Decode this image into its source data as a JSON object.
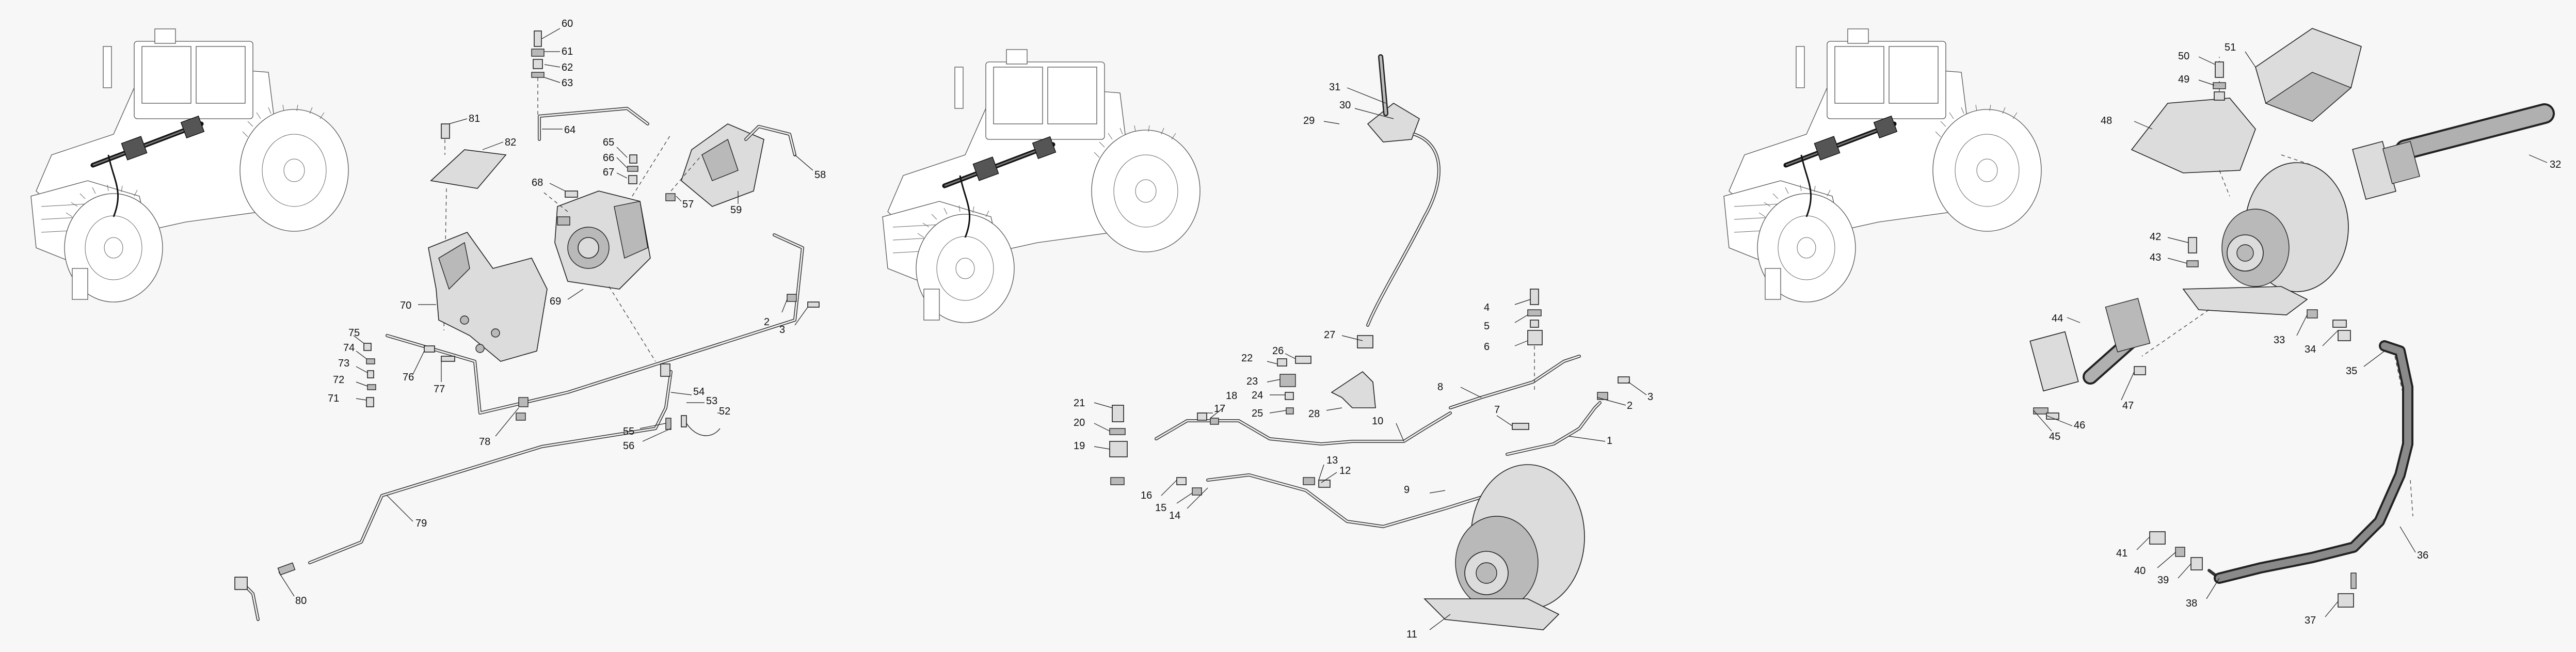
{
  "diagram": {
    "panels": [
      {
        "name": "panel-left",
        "callouts": [
          "60",
          "61",
          "62",
          "63",
          "64",
          "81",
          "82",
          "65",
          "66",
          "67",
          "68",
          "57",
          "58",
          "59",
          "69",
          "70",
          "2",
          "3",
          "75",
          "74",
          "73",
          "72",
          "71",
          "76",
          "77",
          "78",
          "54",
          "53",
          "52",
          "55",
          "56",
          "79",
          "80"
        ]
      },
      {
        "name": "panel-middle",
        "callouts": [
          "31",
          "30",
          "29",
          "27",
          "26",
          "22",
          "23",
          "24",
          "25",
          "28",
          "21",
          "20",
          "19",
          "18",
          "17",
          "4",
          "5",
          "6",
          "8",
          "7",
          "10",
          "2",
          "3",
          "1",
          "13",
          "12",
          "16",
          "15",
          "14",
          "9",
          "11"
        ]
      },
      {
        "name": "panel-right",
        "callouts": [
          "50",
          "49",
          "51",
          "48",
          "32",
          "42",
          "43",
          "44",
          "33",
          "34",
          "35",
          "46",
          "45",
          "47",
          "41",
          "40",
          "39",
          "36",
          "38",
          "37"
        ]
      }
    ]
  }
}
